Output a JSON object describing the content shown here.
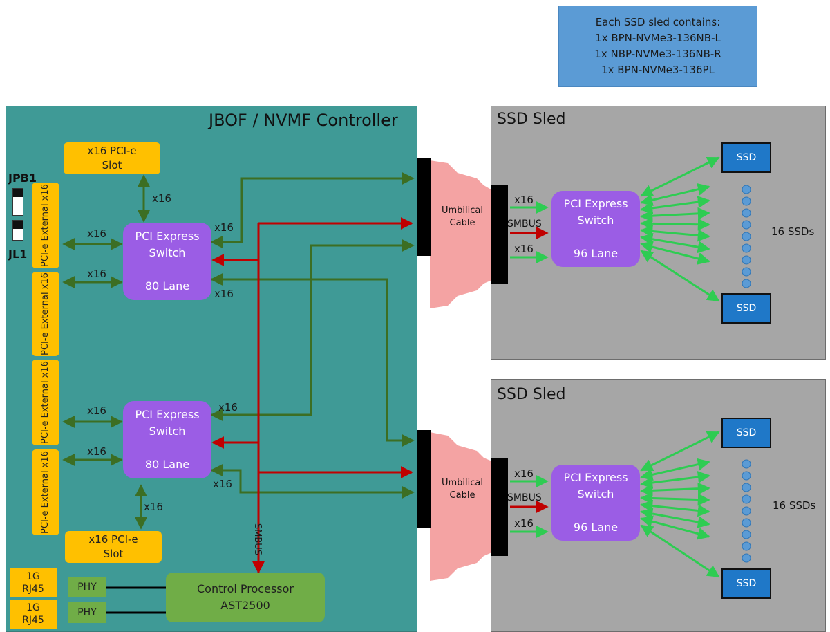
{
  "note": {
    "line1": "Each SSD sled contains:",
    "line2": "1x BPN-NVMe3-136NB-L",
    "line3": "1x NBP-NVMe3-136NB-R",
    "line4": "1x BPN-NVMe3-136PL"
  },
  "controller": {
    "title": "JBOF / NVMF Controller",
    "top_slot": {
      "line1": "x16 PCI-e",
      "line2": "Slot"
    },
    "bottom_slot": {
      "line1": "x16 PCI-e",
      "line2": "Slot"
    },
    "external_slots": [
      "PCI-e External x16",
      "PCI-e External x16",
      "PCI-e External x16",
      "PCI-e External x16"
    ],
    "switch_top": {
      "line1": "PCI Express",
      "line2": "Switch",
      "line3": "80 Lane"
    },
    "switch_bottom": {
      "line1": "PCI Express",
      "line2": "Switch",
      "line3": "80 Lane"
    },
    "control_processor": {
      "line1": "Control Processor",
      "line2": "AST2500"
    },
    "phy_labels": [
      "PHY",
      "PHY"
    ],
    "rj45": [
      {
        "line1": "1G",
        "line2": "RJ45"
      },
      {
        "line1": "1G",
        "line2": "RJ45"
      }
    ],
    "smbus_label": "SMBUS",
    "jumpers": {
      "jpb1": "JPB1",
      "jl1": "JL1"
    },
    "link_labels": {
      "top_slot_x16": "x16",
      "ext1_x16": "x16",
      "ext2_x16": "x16",
      "sw1_up_x16": "x16",
      "sw1_down_x16": "x16",
      "ext3_x16": "x16",
      "ext4_x16": "x16",
      "sw2_up_x16": "x16",
      "sw2_down_x16": "x16",
      "bottom_slot_x16": "x16"
    }
  },
  "cables": [
    {
      "line1": "Umbilical",
      "line2": "Cable"
    },
    {
      "line1": "Umbilical",
      "line2": "Cable"
    }
  ],
  "sleds": [
    {
      "title": "SSD Sled",
      "switch": {
        "line1": "PCI Express",
        "line2": "Switch",
        "line3": "96 Lane"
      },
      "in_top": "x16",
      "smbus": "SMBUS",
      "in_bottom": "x16",
      "ssd_top": "SSD",
      "ssd_bottom": "SSD",
      "ssd_count": "16 SSDs"
    },
    {
      "title": "SSD Sled",
      "switch": {
        "line1": "PCI Express",
        "line2": "Switch",
        "line3": "96 Lane"
      },
      "in_top": "x16",
      "smbus": "SMBUS",
      "in_bottom": "x16",
      "ssd_top": "SSD",
      "ssd_bottom": "SSD",
      "ssd_count": "16 SSDs"
    }
  ],
  "colors": {
    "controller_bg": "#3f9a96",
    "pcie_link": "#3c6e23",
    "smbus_link": "#c00000",
    "sled_link": "#2ecc52",
    "switch": "#9b5de5",
    "slot": "#ffc000",
    "cable": "#f4a3a3"
  }
}
